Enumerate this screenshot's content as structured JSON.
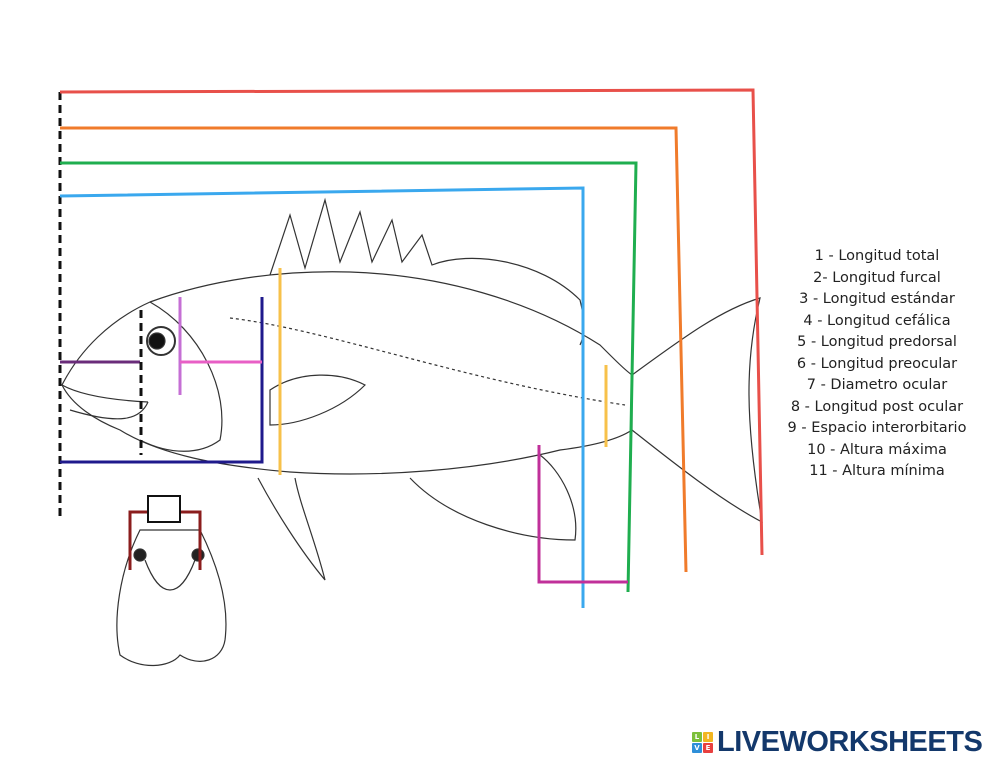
{
  "legend": {
    "items": [
      "1 - Longitud total",
      "2- Longitud furcal",
      "3 - Longitud estándar",
      "4 - Longitud cefálica",
      "5 - Longitud predorsal",
      "6 - Longitud preocular",
      "7 - Diametro ocular",
      "8 - Longitud post ocular",
      "9 - Espacio interorbitario",
      "10 - Altura máxima",
      "11 - Altura mínima"
    ]
  },
  "logo": {
    "text": "LIVEWORKSHEETS",
    "blocks": [
      "L",
      "I",
      "V",
      "E"
    ]
  },
  "colors": {
    "total": "#e8504a",
    "furcal": "#f07b2b",
    "standard": "#1fae4f",
    "cephalic": "#3aa8ee",
    "predorsal": "#f7c14a",
    "preocular": "#6a2c7a",
    "eye": "#c56fd4",
    "postocular": "#e85fc6",
    "interorbital": "#8b1d1d",
    "maxheight": "#1f1a8c",
    "minheight": "#f7c14a",
    "magenta": "#c0309a"
  }
}
